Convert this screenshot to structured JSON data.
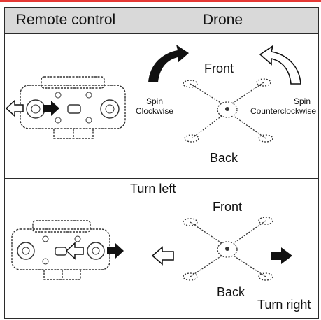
{
  "header": {
    "col_remote": "Remote control",
    "col_drone": "Drone"
  },
  "row_spin": {
    "front": "Front",
    "back": "Back",
    "spin_cw_line1": "Spin",
    "spin_cw_line2": "Clockwise",
    "spin_ccw_line1": "Spin",
    "spin_ccw_line2": "Counterclockwise"
  },
  "row_turn": {
    "turn_left": "Turn left",
    "turn_right": "Turn right",
    "front": "Front",
    "back": "Back"
  },
  "colors": {
    "header_bg": "#d9d9d9",
    "accent_bar": "#e53935",
    "ink": "#111111"
  }
}
